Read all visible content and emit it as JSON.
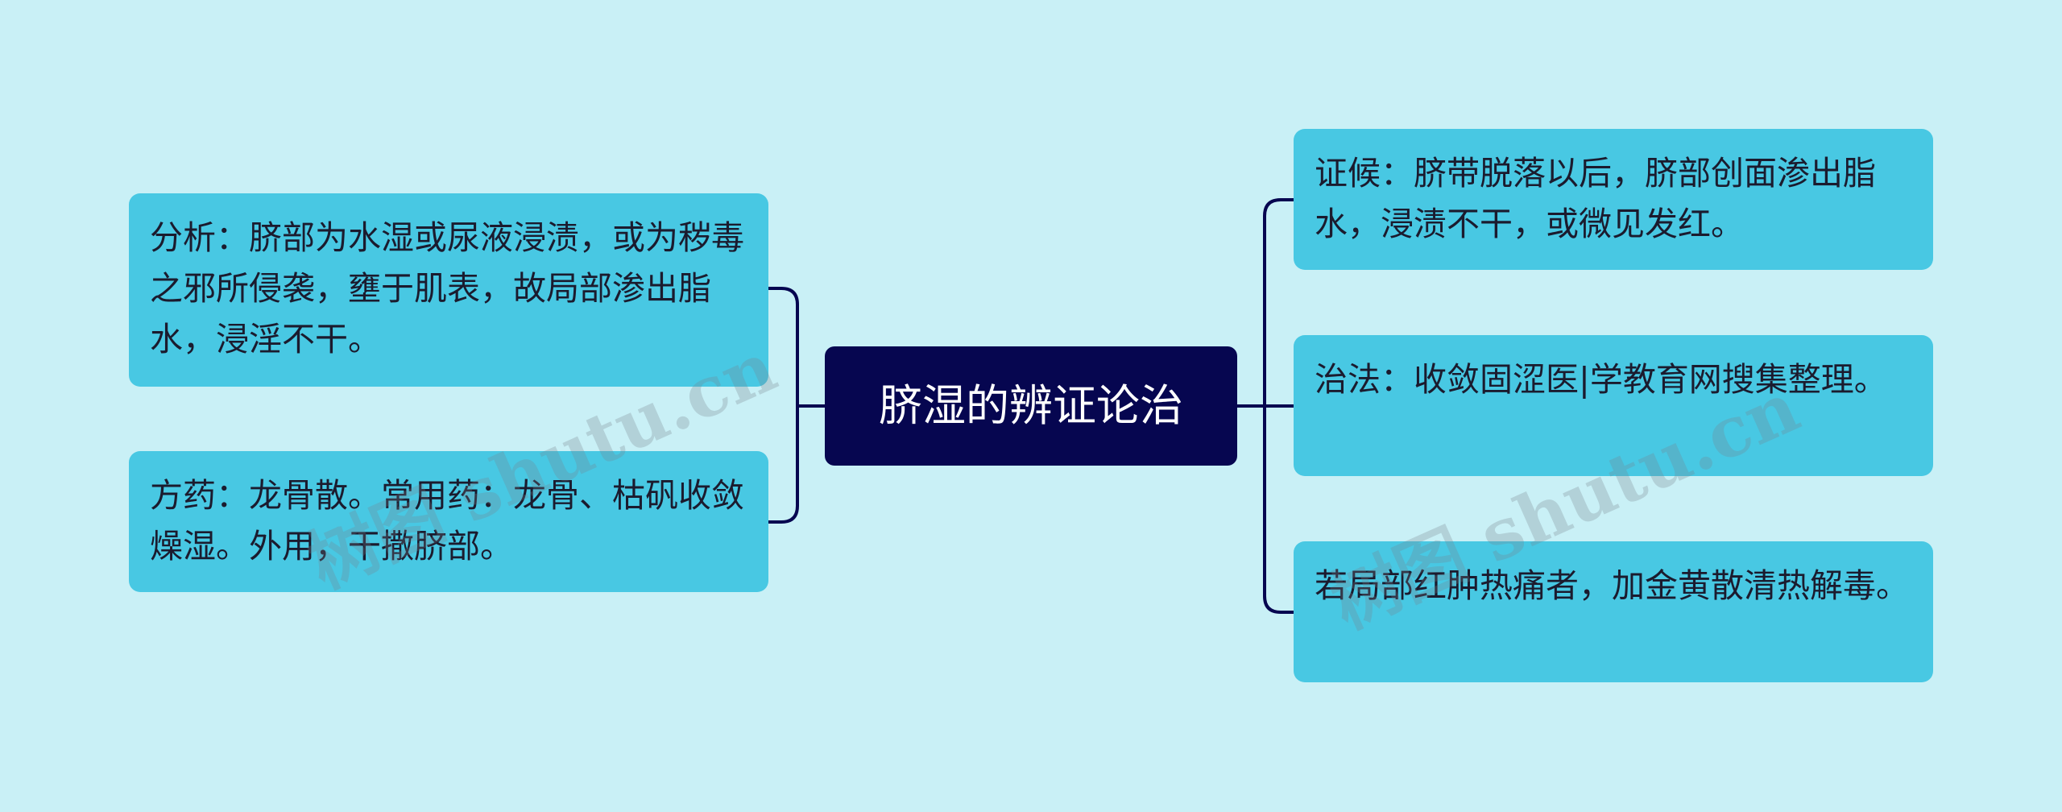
{
  "center": {
    "label": "脐湿的辨证论治"
  },
  "left_nodes": [
    {
      "text": "分析：脐部为水湿或尿液浸渍，或为秽毒之邪所侵袭，壅于肌表，故局部渗出脂水，浸淫不干。"
    },
    {
      "text": "方药：龙骨散。常用药：龙骨、枯矾收敛燥湿。外用，干撒脐部。"
    }
  ],
  "right_nodes": [
    {
      "text": "证候：脐带脱落以后，脐部创面渗出脂水，浸渍不干，或微见发红。"
    },
    {
      "text": "治法：收敛固涩医|学教育网搜集整理。"
    },
    {
      "text": "若局部红肿热痛者，加金黄散清热解毒。"
    }
  ],
  "watermark": {
    "text": "树图 shutu.cn"
  },
  "colors": {
    "background": "#c9f0f6",
    "node": "#48c8e3",
    "center": "#060650",
    "line": "#060650"
  }
}
